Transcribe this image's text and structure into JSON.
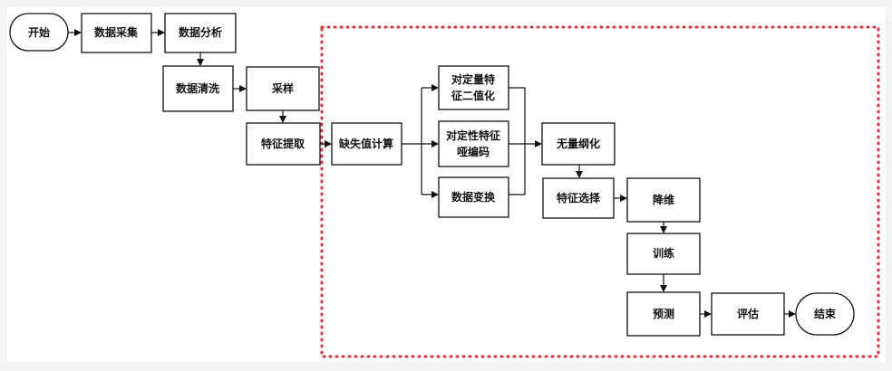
{
  "colors": {
    "box_border": "#111111",
    "arrow": "#111111",
    "dotted_frame": "#e0303a",
    "background": "#ffffff"
  },
  "nodes": {
    "start": "开始",
    "collect": "数据采集",
    "analyze": "数据分析",
    "clean": "数据清洗",
    "sample": "采样",
    "extract": "特征提取",
    "missing": "缺失值计算",
    "binarize": [
      "对定量特",
      "征二值化"
    ],
    "onehot": [
      "对定性特征",
      "哑编码"
    ],
    "transform": "数据变换",
    "dimensionless": "无量纲化",
    "select": "特征选择",
    "reduce": "降维",
    "train": "训练",
    "predict": "预测",
    "evaluate": "评估",
    "end": "结束"
  }
}
